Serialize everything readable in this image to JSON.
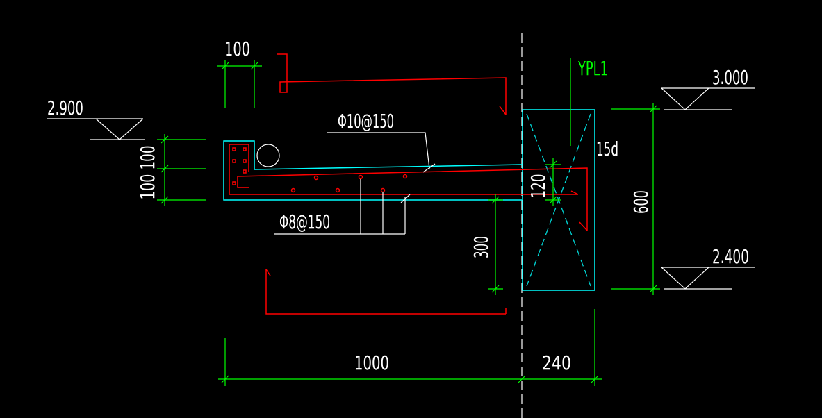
{
  "drawing": {
    "beam_label": "YPL1",
    "elevations": {
      "left": "2.900",
      "top_right": "3.000",
      "bottom_right": "2.400"
    },
    "rebar_labels": {
      "top_bar": "Φ10@150",
      "bottom_bar": "Φ8@150",
      "anchorage": "15d"
    },
    "dimensions": {
      "edge_width": "100",
      "edge_upper": "100",
      "edge_lower": "100",
      "slab_thickness": "120",
      "beam_depth": "600",
      "drop": "300",
      "cantilever_length": "1000",
      "beam_width": "240"
    }
  },
  "colors": {
    "background": "#000000",
    "concrete": "#00ffff",
    "rebar": "#ff0000",
    "dimension": "#00ff00",
    "annotation": "#ffffff"
  }
}
